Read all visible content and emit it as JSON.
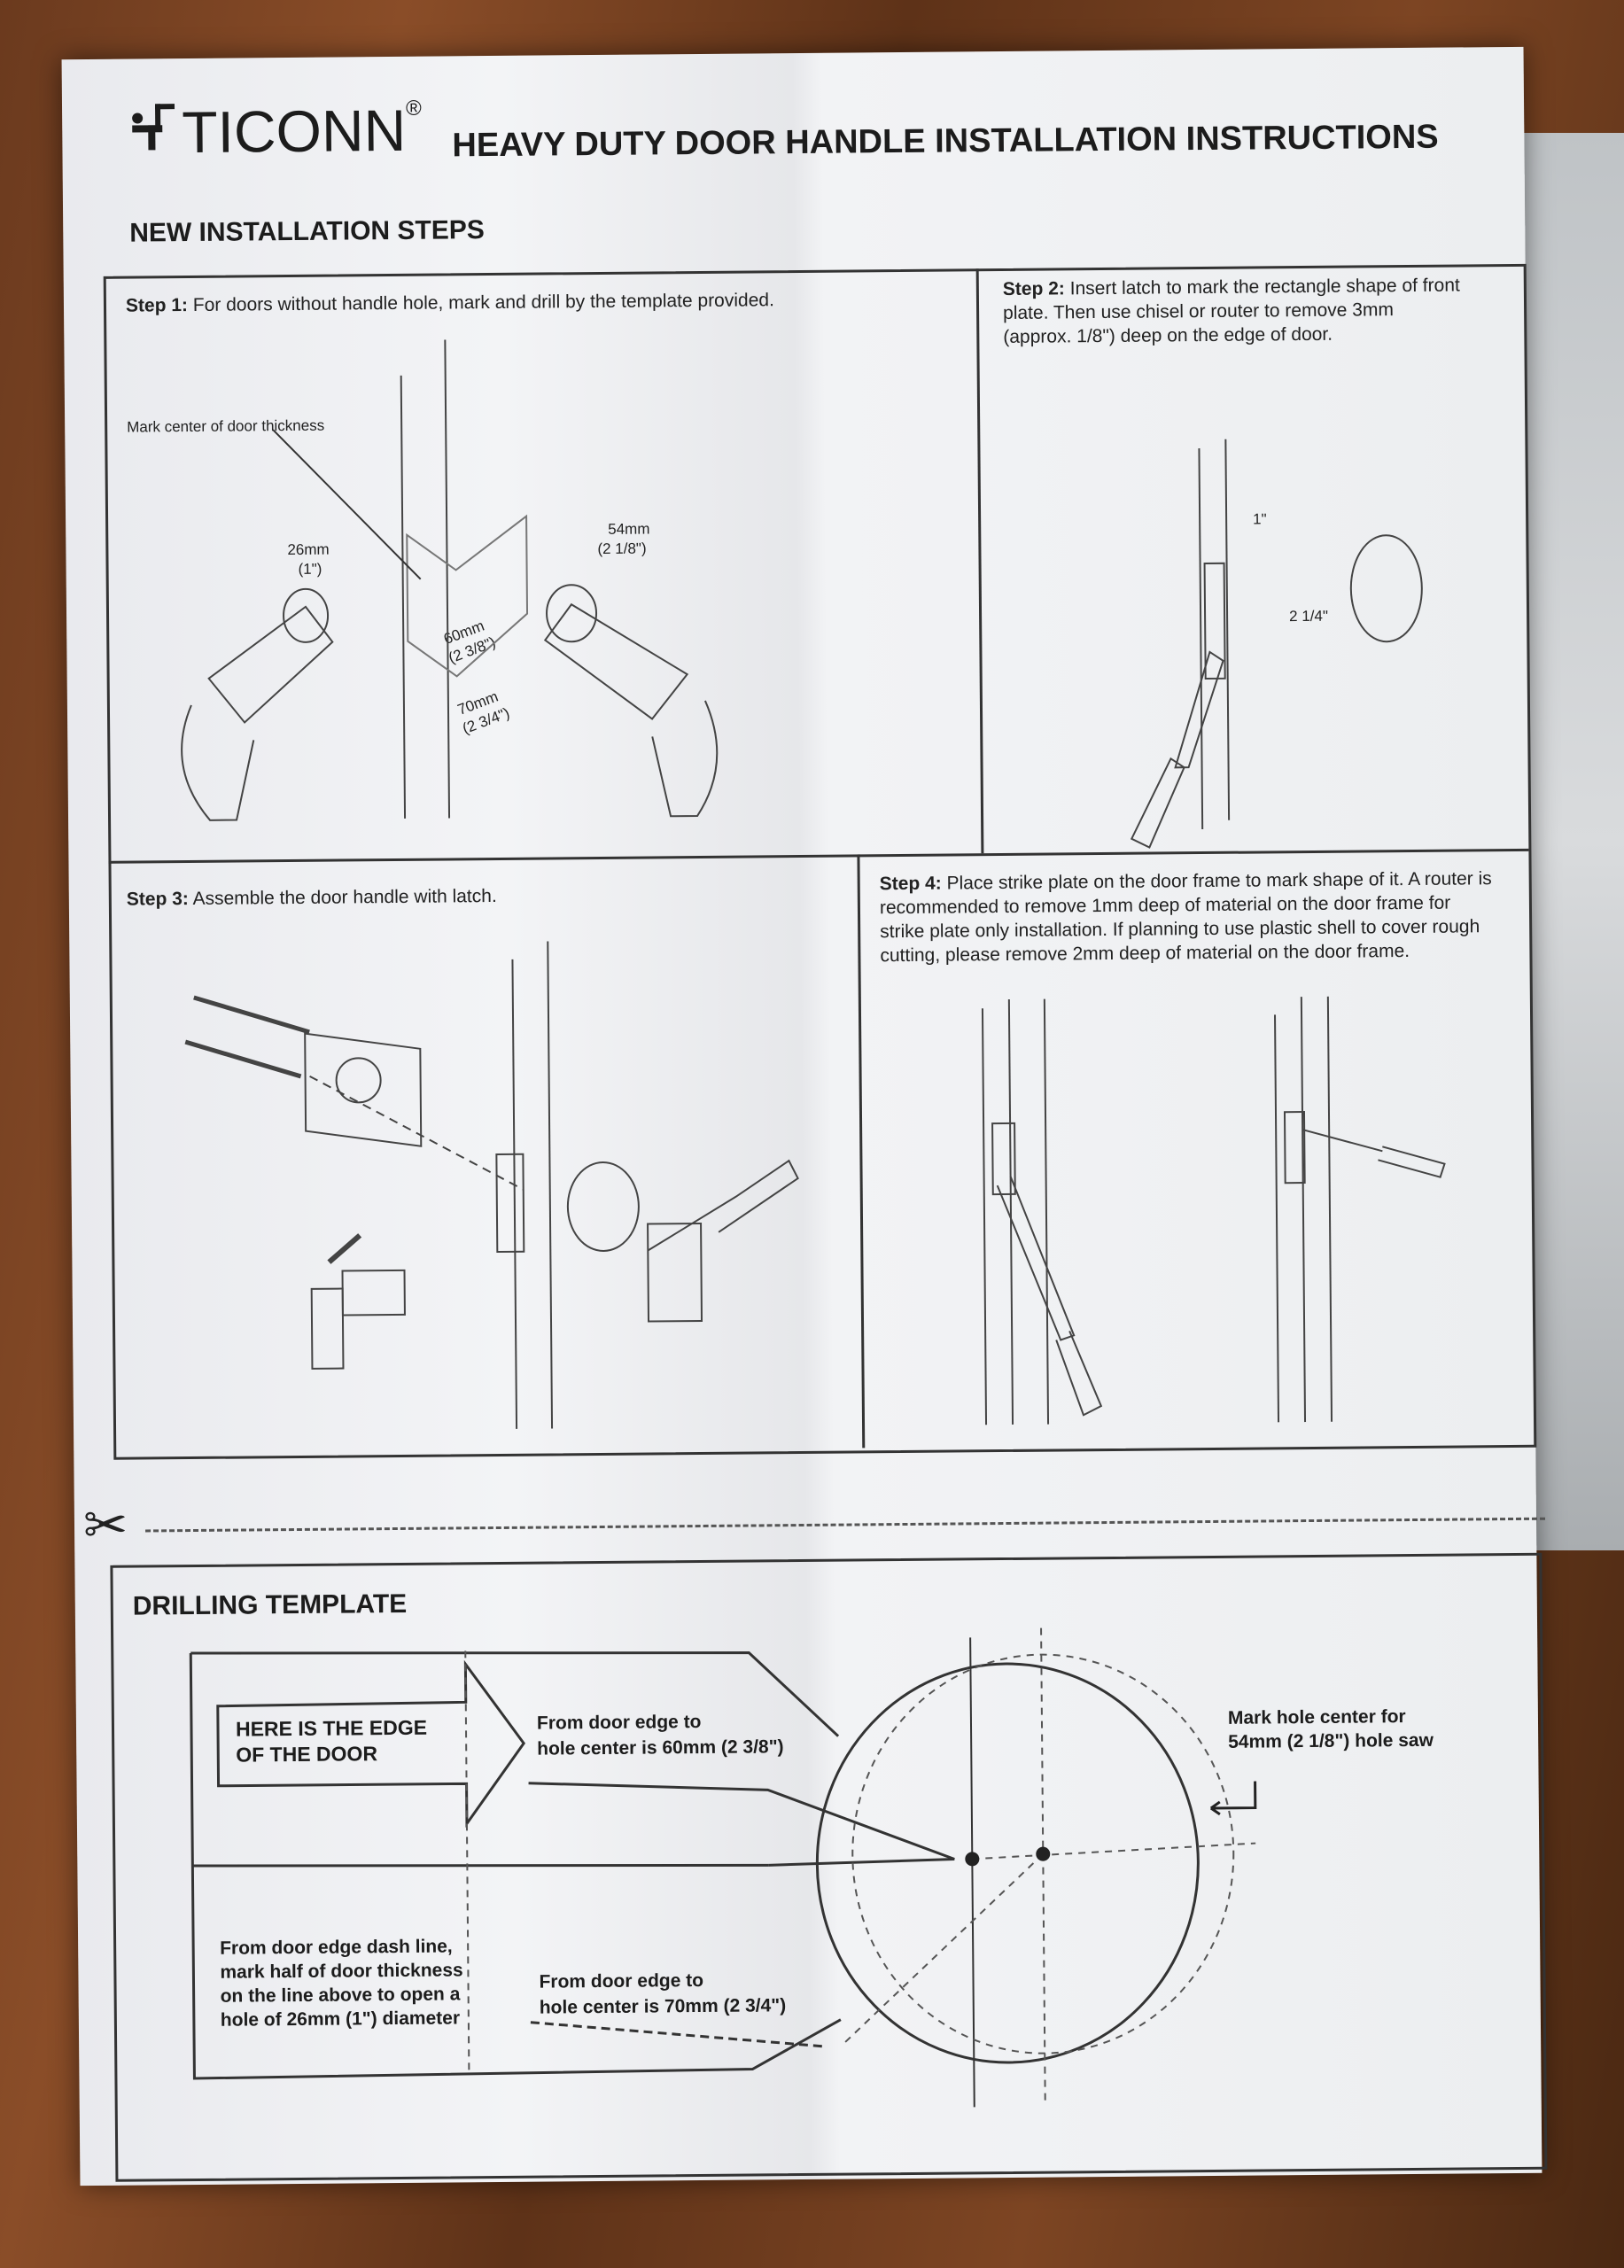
{
  "header": {
    "brand": "TICONN",
    "registered": "®",
    "title": "HEAVY DUTY DOOR HANDLE INSTALLATION INSTRUCTIONS"
  },
  "installation": {
    "heading": "NEW INSTALLATION STEPS",
    "steps": [
      {
        "label": "Step 1:",
        "text": "For doors without handle hole, mark and drill by the template provided.",
        "annotations": [
          "Mark center of door thickness",
          "26mm",
          "(1\")",
          "54mm",
          "(2 1/8\")",
          "60mm",
          "(2 3/8\")",
          "70mm",
          "(2 3/4\")"
        ]
      },
      {
        "label": "Step 2:",
        "text": "Insert latch to mark the rectangle shape of front plate. Then use chisel or router to remove 3mm (approx. 1/8\") deep on the edge of door.",
        "annotations": [
          "1\"",
          "2 1/4\""
        ]
      },
      {
        "label": "Step 3:",
        "text": "Assemble the door handle with latch."
      },
      {
        "label": "Step 4:",
        "text": "Place strike plate on the door frame to mark shape of it. A router is recommended to remove 1mm deep of material on the door frame for strike plate only installation. If planning to use plastic shell to cover rough cutting, please remove 2mm deep of material on the door frame."
      }
    ]
  },
  "template": {
    "heading": "DRILLING TEMPLATE",
    "edge_label_1": "HERE IS THE EDGE",
    "edge_label_2": "OF THE DOOR",
    "note_60_1": "From door edge to",
    "note_60_2": "hole center is 60mm (2 3/8\")",
    "note_70_1": "From door edge to",
    "note_70_2": "hole center is 70mm (2 3/4\")",
    "note_half": [
      "From door edge dash line,",
      "mark half of door thickness",
      "on the line above to open a",
      "hole of 26mm (1\") diameter"
    ],
    "note_mark": [
      "Mark hole center for",
      "54mm (2 1/8\") hole saw"
    ]
  }
}
